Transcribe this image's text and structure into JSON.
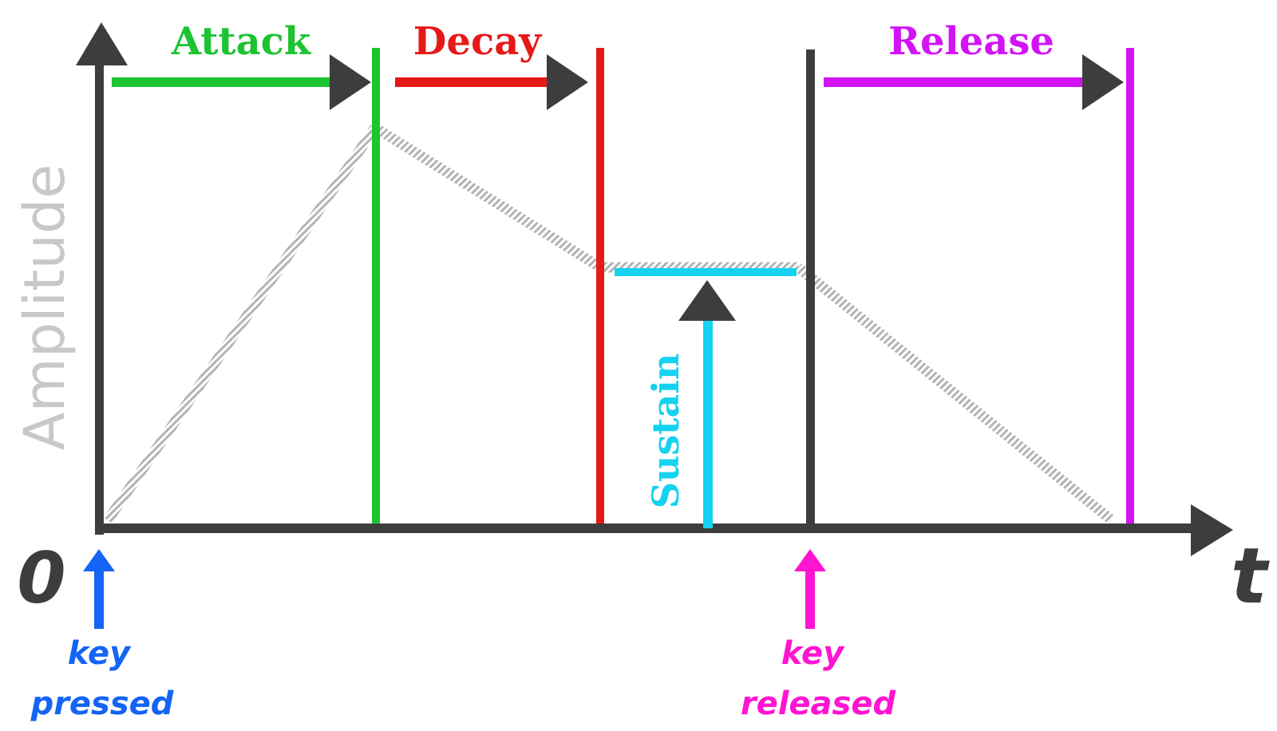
{
  "diagram": {
    "y_axis_label": "Amplitude",
    "origin_label": "0",
    "x_axis_label": "t",
    "phases": {
      "attack": "Attack",
      "decay": "Decay",
      "sustain": "Sustain",
      "release": "Release"
    },
    "events": {
      "key_pressed": {
        "line1": "key",
        "line2": "pressed"
      },
      "key_released": {
        "line1": "key",
        "line2": "released"
      }
    },
    "colors": {
      "axis": "#3d3d3d",
      "envelope": "#b3b3b3",
      "axis_label": "#c8c8c8",
      "attack": "#1ec332",
      "decay": "#e61919",
      "sustain": "#14d2f0",
      "release": "#d214f5",
      "key_pressed": "#1464f5",
      "key_released": "#ff14d2"
    }
  }
}
